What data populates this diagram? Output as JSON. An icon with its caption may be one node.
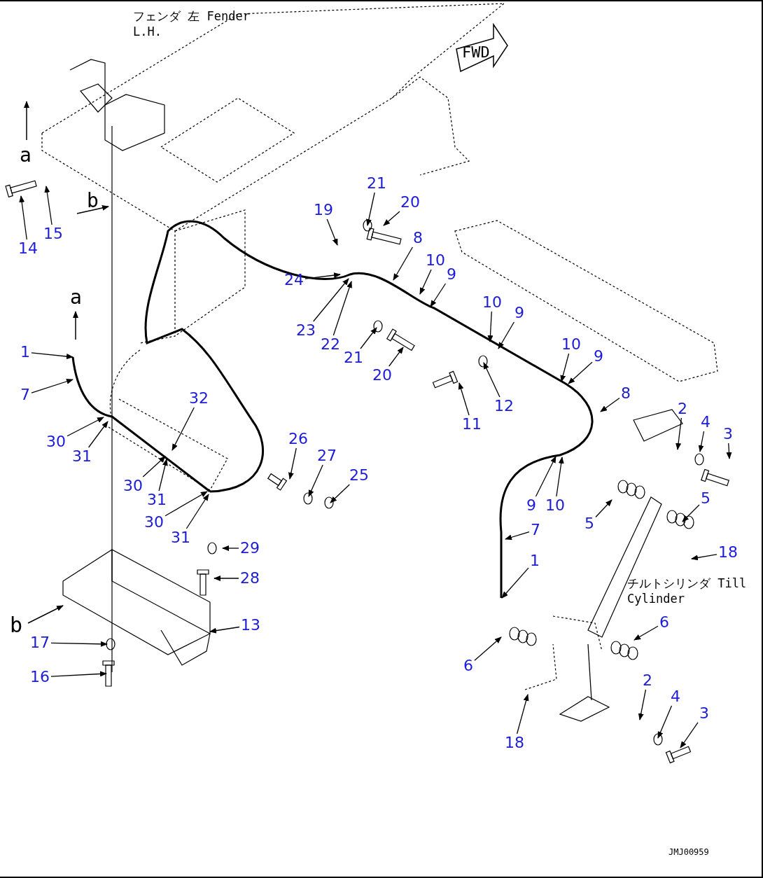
{
  "diagram": {
    "nodes": [
      {
        "text": [
          "21"
        ]
      },
      {
        "text": [
          "20"
        ]
      },
      {
        "text": [
          "19"
        ]
      },
      {
        "text": [
          "15"
        ]
      },
      {
        "text": [
          "8"
        ]
      },
      {
        "text": [
          "14"
        ]
      },
      {
        "text": [
          "24"
        ]
      },
      {
        "text": [
          "10"
        ]
      },
      {
        "text": [
          "9"
        ]
      },
      {
        "text": [
          "10"
        ]
      },
      {
        "text": [
          "9"
        ]
      },
      {
        "text": [
          "23"
        ]
      },
      {
        "text": [
          "22"
        ]
      },
      {
        "text": [
          "10"
        ]
      },
      {
        "text": [
          "1"
        ]
      },
      {
        "text": [
          "21"
        ]
      },
      {
        "text": [
          "9"
        ]
      },
      {
        "text": [
          "20"
        ]
      },
      {
        "text": [
          "8"
        ]
      },
      {
        "text": [
          "7"
        ]
      },
      {
        "text": [
          "32"
        ]
      },
      {
        "text": [
          "12"
        ]
      },
      {
        "text": [
          "2"
        ]
      },
      {
        "text": [
          "4"
        ]
      },
      {
        "text": [
          "11"
        ]
      },
      {
        "text": [
          "3"
        ]
      },
      {
        "text": [
          "26"
        ]
      },
      {
        "text": [
          "30"
        ]
      },
      {
        "text": [
          "27"
        ]
      },
      {
        "text": [
          "31"
        ]
      },
      {
        "text": [
          "25"
        ]
      },
      {
        "text": [
          "5"
        ]
      },
      {
        "text": [
          "30"
        ]
      },
      {
        "text": [
          "31"
        ]
      },
      {
        "text": [
          "9"
        ]
      },
      {
        "text": [
          "10"
        ]
      },
      {
        "text": [
          "30"
        ]
      },
      {
        "text": [
          "5"
        ]
      },
      {
        "text": [
          "7"
        ]
      },
      {
        "text": [
          "31"
        ]
      },
      {
        "text": [
          "29"
        ]
      },
      {
        "text": [
          "18"
        ]
      },
      {
        "text": [
          "1"
        ]
      },
      {
        "text": [
          "28"
        ]
      },
      {
        "text": [
          "6"
        ]
      },
      {
        "text": [
          "13"
        ]
      },
      {
        "text": [
          "17"
        ]
      },
      {
        "text": [
          "6"
        ]
      },
      {
        "text": [
          "16"
        ]
      },
      {
        "text": [
          "2"
        ]
      },
      {
        "text": [
          "4"
        ]
      },
      {
        "text": [
          "3"
        ]
      },
      {
        "text": [
          "18"
        ]
      }
    ],
    "edges": [
      {
        "from": 0,
        "to": null,
        "arrow": "to"
      },
      {
        "from": 1,
        "to": null,
        "arrow": "to"
      },
      {
        "from": 2,
        "to": null,
        "arrow": "to"
      },
      {
        "from": 3,
        "to": null,
        "arrow": "to"
      },
      {
        "from": 4,
        "to": null,
        "arrow": "to"
      },
      {
        "from": 5,
        "to": null,
        "arrow": "to"
      },
      {
        "from": 6,
        "to": null,
        "arrow": "to"
      },
      {
        "from": 7,
        "to": null,
        "arrow": "to"
      },
      {
        "from": 8,
        "to": null,
        "arrow": "to"
      },
      {
        "from": 9,
        "to": null,
        "arrow": "to"
      },
      {
        "from": 10,
        "to": null,
        "arrow": "to"
      },
      {
        "from": 11,
        "to": null,
        "arrow": "to"
      },
      {
        "from": 12,
        "to": null,
        "arrow": "to"
      },
      {
        "from": 13,
        "to": null,
        "arrow": "to"
      },
      {
        "from": 14,
        "to": null,
        "arrow": "to"
      },
      {
        "from": 15,
        "to": null,
        "arrow": "to"
      },
      {
        "from": 16,
        "to": null,
        "arrow": "to"
      },
      {
        "from": 17,
        "to": null,
        "arrow": "to"
      },
      {
        "from": 18,
        "to": null,
        "arrow": "to"
      },
      {
        "from": 19,
        "to": null,
        "arrow": "to"
      },
      {
        "from": 20,
        "to": null,
        "arrow": "to"
      },
      {
        "from": 21,
        "to": null,
        "arrow": "to"
      },
      {
        "from": 22,
        "to": null,
        "arrow": "to"
      },
      {
        "from": 23,
        "to": null,
        "arrow": "to"
      },
      {
        "from": 24,
        "to": null,
        "arrow": "to"
      },
      {
        "from": 25,
        "to": null,
        "arrow": "to"
      },
      {
        "from": 26,
        "to": null,
        "arrow": "to"
      },
      {
        "from": 27,
        "to": null,
        "arrow": "to"
      },
      {
        "from": 28,
        "to": null,
        "arrow": "to"
      },
      {
        "from": 29,
        "to": null,
        "arrow": "to"
      },
      {
        "from": 30,
        "to": null,
        "arrow": "to"
      },
      {
        "from": 31,
        "to": null,
        "arrow": "to"
      },
      {
        "from": 32,
        "to": null,
        "arrow": "to"
      },
      {
        "from": 33,
        "to": null,
        "arrow": "to"
      },
      {
        "from": 34,
        "to": null,
        "arrow": "to"
      },
      {
        "from": 35,
        "to": null,
        "arrow": "to"
      },
      {
        "from": 36,
        "to": null,
        "arrow": "to"
      },
      {
        "from": 37,
        "to": null,
        "arrow": "to"
      },
      {
        "from": 38,
        "to": null,
        "arrow": "to"
      },
      {
        "from": 39,
        "to": null,
        "arrow": "to"
      },
      {
        "from": 40,
        "to": null,
        "arrow": "to"
      },
      {
        "from": 41,
        "to": null,
        "arrow": "to"
      },
      {
        "from": 42,
        "to": null,
        "arrow": "to"
      },
      {
        "from": 43,
        "to": null,
        "arrow": "to"
      },
      {
        "from": 44,
        "to": null,
        "arrow": "to"
      },
      {
        "from": 45,
        "to": null,
        "arrow": "to"
      },
      {
        "from": 46,
        "to": null,
        "arrow": "to"
      },
      {
        "from": 47,
        "to": null,
        "arrow": "to"
      },
      {
        "from": 48,
        "to": null,
        "arrow": "to"
      },
      {
        "from": 49,
        "to": null,
        "arrow": "to"
      },
      {
        "from": 50,
        "to": null,
        "arrow": "to"
      },
      {
        "from": 51,
        "to": null,
        "arrow": "to"
      },
      {
        "from": 52,
        "to": null,
        "arrow": "to"
      }
    ],
    "labels": [
      "フェンダ 左 Fender L.H.",
      "FWD",
      "a",
      "b",
      "a",
      "チルトシリンダ Till Cylinder",
      "b",
      "JMJ00959"
    ]
  }
}
